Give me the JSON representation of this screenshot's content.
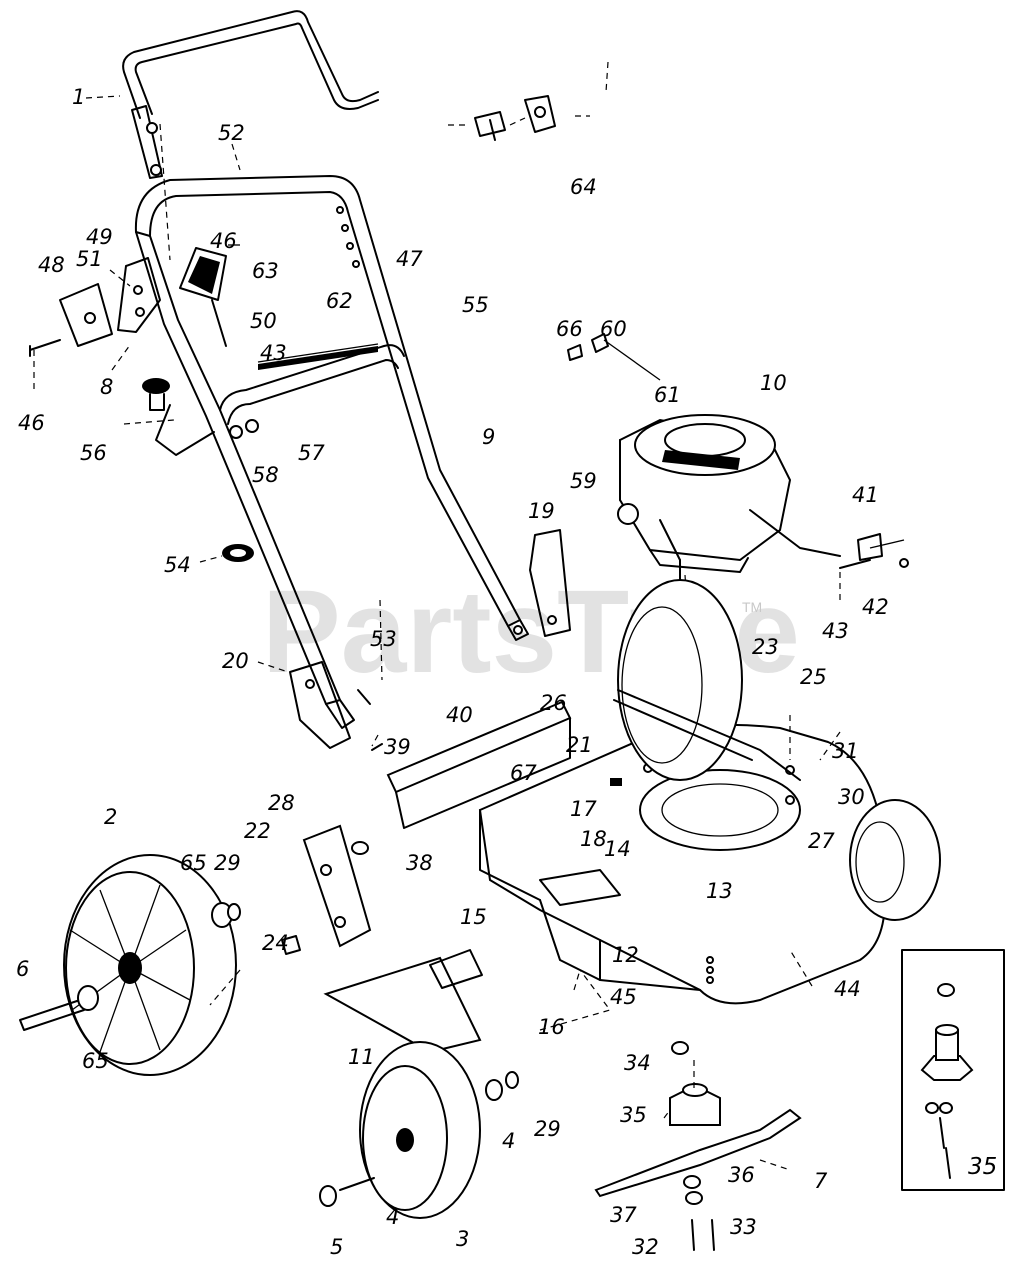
{
  "watermark": {
    "text": "PartsTree",
    "trademark": "TM"
  },
  "callouts": [
    {
      "id": "c1",
      "text": "1"
    },
    {
      "id": "c52",
      "text": "52"
    },
    {
      "id": "c64",
      "text": "64"
    },
    {
      "id": "c49",
      "text": "49"
    },
    {
      "id": "c48",
      "text": "48"
    },
    {
      "id": "c51",
      "text": "51"
    },
    {
      "id": "c46a",
      "text": "46"
    },
    {
      "id": "c63",
      "text": "63"
    },
    {
      "id": "c47",
      "text": "47"
    },
    {
      "id": "c55",
      "text": "55"
    },
    {
      "id": "c62",
      "text": "62"
    },
    {
      "id": "c50",
      "text": "50"
    },
    {
      "id": "c43a",
      "text": "43"
    },
    {
      "id": "c8",
      "text": "8"
    },
    {
      "id": "c46b",
      "text": "46"
    },
    {
      "id": "c66",
      "text": "66"
    },
    {
      "id": "c60",
      "text": "60"
    },
    {
      "id": "c61",
      "text": "61"
    },
    {
      "id": "c10",
      "text": "10"
    },
    {
      "id": "c56",
      "text": "56"
    },
    {
      "id": "c57",
      "text": "57"
    },
    {
      "id": "c58",
      "text": "58"
    },
    {
      "id": "c9",
      "text": "9"
    },
    {
      "id": "c59",
      "text": "59"
    },
    {
      "id": "c41",
      "text": "41"
    },
    {
      "id": "c19",
      "text": "19"
    },
    {
      "id": "c54",
      "text": "54"
    },
    {
      "id": "c42",
      "text": "42"
    },
    {
      "id": "c43b",
      "text": "43"
    },
    {
      "id": "c23",
      "text": "23"
    },
    {
      "id": "c20",
      "text": "20"
    },
    {
      "id": "c53",
      "text": "53"
    },
    {
      "id": "c25",
      "text": "25"
    },
    {
      "id": "c26",
      "text": "26"
    },
    {
      "id": "c40",
      "text": "40"
    },
    {
      "id": "c39",
      "text": "39"
    },
    {
      "id": "c21",
      "text": "21"
    },
    {
      "id": "c67",
      "text": "67"
    },
    {
      "id": "c31",
      "text": "31"
    },
    {
      "id": "c30",
      "text": "30"
    },
    {
      "id": "c28",
      "text": "28"
    },
    {
      "id": "c2",
      "text": "2"
    },
    {
      "id": "c22",
      "text": "22"
    },
    {
      "id": "c17",
      "text": "17"
    },
    {
      "id": "c18",
      "text": "18"
    },
    {
      "id": "c14",
      "text": "14"
    },
    {
      "id": "c27",
      "text": "27"
    },
    {
      "id": "c38",
      "text": "38"
    },
    {
      "id": "c65a",
      "text": "65"
    },
    {
      "id": "c29a",
      "text": "29"
    },
    {
      "id": "c13",
      "text": "13"
    },
    {
      "id": "c15",
      "text": "15"
    },
    {
      "id": "c24",
      "text": "24"
    },
    {
      "id": "c12",
      "text": "12"
    },
    {
      "id": "c6",
      "text": "6"
    },
    {
      "id": "c45",
      "text": "45"
    },
    {
      "id": "c44",
      "text": "44"
    },
    {
      "id": "c16",
      "text": "16"
    },
    {
      "id": "c65b",
      "text": "65"
    },
    {
      "id": "c11",
      "text": "11"
    },
    {
      "id": "c34",
      "text": "34"
    },
    {
      "id": "c35a",
      "text": "35"
    },
    {
      "id": "c29b",
      "text": "29"
    },
    {
      "id": "c4a",
      "text": "4"
    },
    {
      "id": "c7",
      "text": "7"
    },
    {
      "id": "c36",
      "text": "36"
    },
    {
      "id": "c35b",
      "text": "35"
    },
    {
      "id": "c4b",
      "text": "4"
    },
    {
      "id": "c37",
      "text": "37"
    },
    {
      "id": "c3",
      "text": "3"
    },
    {
      "id": "c5",
      "text": "5"
    },
    {
      "id": "c32",
      "text": "32"
    },
    {
      "id": "c33",
      "text": "33"
    }
  ]
}
